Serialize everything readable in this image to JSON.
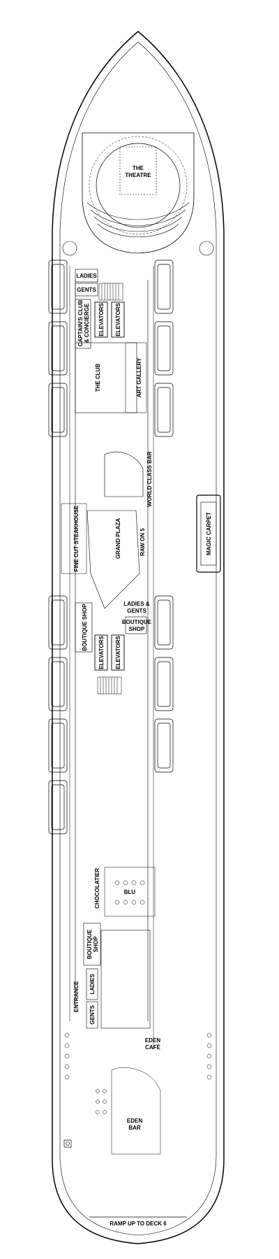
{
  "deck_plan": {
    "labels": {
      "theatre_line1": "THE",
      "theatre_line2": "THEATRE",
      "ladies_fwd": "LADIES",
      "gents_fwd": "GENTS",
      "captains_club_line1": "CAPTAIN'S CLUB",
      "captains_club_line2": "& CONCIERGE",
      "elevators_fwd_1": "ELEVATORS",
      "elevators_fwd_2": "ELEVATORS",
      "the_club": "THE CLUB",
      "art_gallery": "ART GALLERY",
      "world_class_bar": "WORLD CLASS BAR",
      "magic_carpet": "MAGIC CARPET",
      "fine_cut_steakhouse": "FINE CUT STEAKHOUSE",
      "grand_plaza": "GRAND PLAZA",
      "raw_on_5": "RAW ON 5",
      "ladies_gents_mid_line1": "LADIES &",
      "ladies_gents_mid_line2": "GENTS",
      "boutique_shop_mid_line1": "BOUTIQUE",
      "boutique_shop_mid_line2": "SHOP",
      "boutique_shop_port": "BOUTIQUE SHOP",
      "elevators_aft_1": "ELEVATORS",
      "elevators_aft_2": "ELEVATORS",
      "chocolatier": "CHOCOLATIER",
      "blu": "BLU",
      "boutique_shop_aft_line1": "BOUTIQUE",
      "boutique_shop_aft_line2": "SHOP",
      "ladies_aft": "LADIES",
      "gents_aft": "GENTS",
      "entrance": "ENTRANCE",
      "eden_cafe_line1": "EDEN",
      "eden_cafe_line2": "CAFÉ",
      "eden_bar_line1": "EDEN",
      "eden_bar_line2": "BAR",
      "ramp": "RAMP UP TO DECK 6"
    },
    "icons": [
      "accessible-icon"
    ],
    "colors": {
      "line": "#000000",
      "background": "#ffffff"
    }
  }
}
